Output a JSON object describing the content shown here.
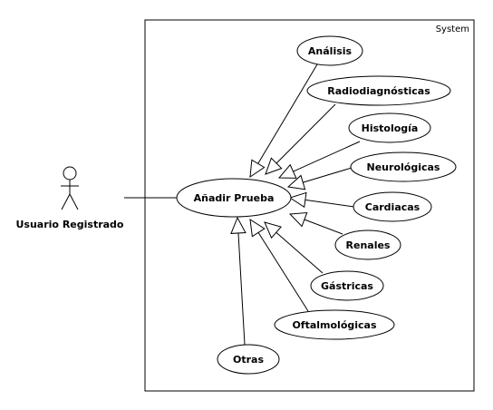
{
  "system": {
    "label": "System"
  },
  "actor": {
    "label": "Usuario Registrado"
  },
  "main_use_case": {
    "label": "Añadir Prueba"
  },
  "specializations": [
    {
      "id": "analisis",
      "label": "Análisis"
    },
    {
      "id": "radiodiagnosticas",
      "label": "Radiodiagnósticas"
    },
    {
      "id": "histologia",
      "label": "Histología"
    },
    {
      "id": "neurologicas",
      "label": "Neurológicas"
    },
    {
      "id": "cardiacas",
      "label": "Cardiacas"
    },
    {
      "id": "renales",
      "label": "Renales"
    },
    {
      "id": "gastricas",
      "label": "Gástricas"
    },
    {
      "id": "oftalmologicas",
      "label": "Oftalmológicas"
    },
    {
      "id": "otras",
      "label": "Otras"
    }
  ]
}
